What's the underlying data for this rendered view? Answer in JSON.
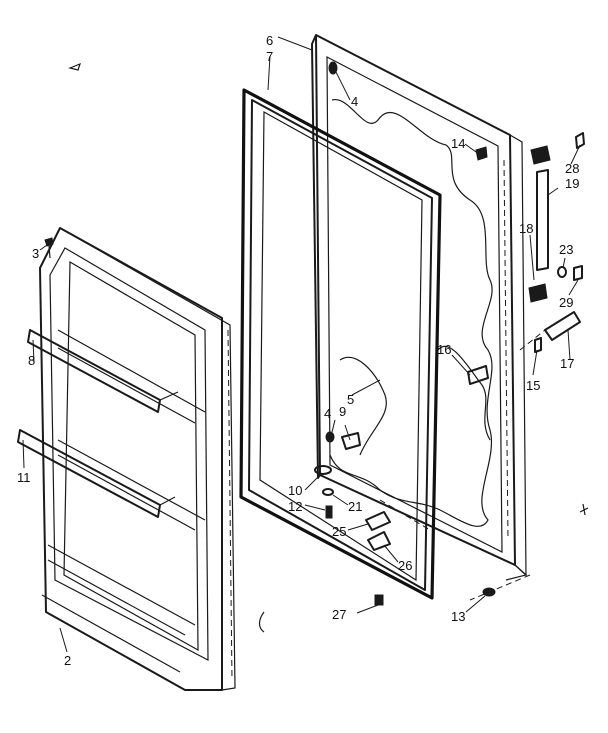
{
  "callouts": [
    {
      "id": "c2",
      "text": "2"
    },
    {
      "id": "c3",
      "text": "3"
    },
    {
      "id": "c4a",
      "text": "4"
    },
    {
      "id": "c4b",
      "text": "4"
    },
    {
      "id": "c5",
      "text": "5"
    },
    {
      "id": "c6",
      "text": "6"
    },
    {
      "id": "c7",
      "text": "7"
    },
    {
      "id": "c8",
      "text": "8"
    },
    {
      "id": "c9",
      "text": "9"
    },
    {
      "id": "c10",
      "text": "10"
    },
    {
      "id": "c11",
      "text": "11"
    },
    {
      "id": "c12",
      "text": "12"
    },
    {
      "id": "c13",
      "text": "13"
    },
    {
      "id": "c14",
      "text": "14"
    },
    {
      "id": "c15",
      "text": "15"
    },
    {
      "id": "c16",
      "text": "16"
    },
    {
      "id": "c17",
      "text": "17"
    },
    {
      "id": "c18",
      "text": "18"
    },
    {
      "id": "c19",
      "text": "19"
    },
    {
      "id": "c21",
      "text": "21"
    },
    {
      "id": "c23",
      "text": "23"
    },
    {
      "id": "c25",
      "text": "25"
    },
    {
      "id": "c26",
      "text": "26"
    },
    {
      "id": "c27",
      "text": "27"
    },
    {
      "id": "c28",
      "text": "28"
    },
    {
      "id": "c29",
      "text": "29"
    }
  ]
}
